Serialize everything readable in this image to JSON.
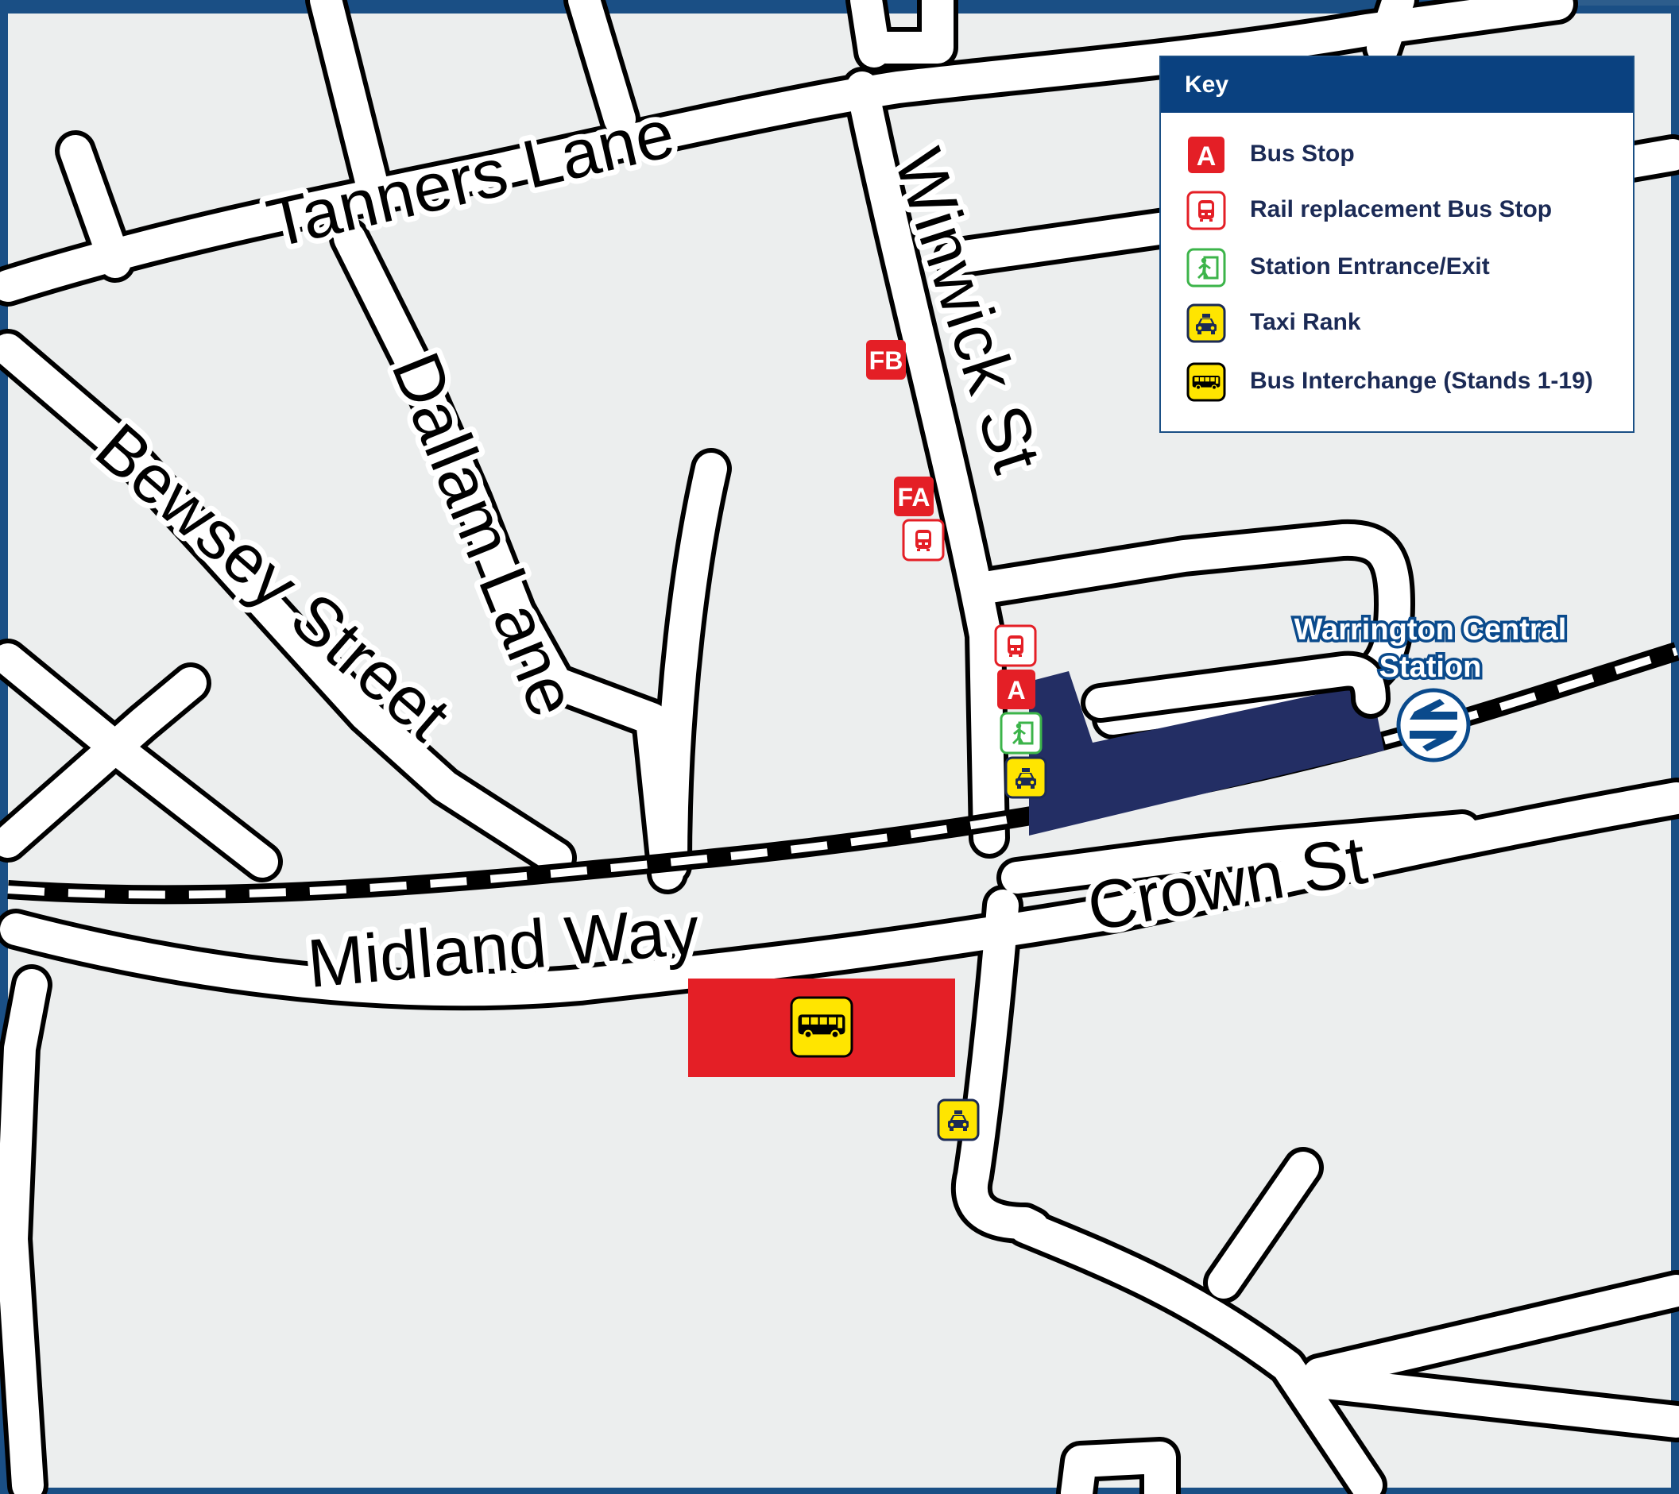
{
  "streets": {
    "tanners_lane": "Tanners Lane",
    "winwick_st": "Winwick St",
    "dallam_lane": "Dallam Lane",
    "bewsey_street": "Bewsey Street",
    "crown_st": "Crown St",
    "midland_way": "Midland Way"
  },
  "stops": {
    "fb": "FB",
    "fa": "FA",
    "a": "A"
  },
  "station": {
    "name_line1": "Warrington Central",
    "name_line2": "Station"
  },
  "legend": {
    "title": "Key",
    "items": [
      {
        "label": "Bus Stop",
        "icon": "bus-stop-icon",
        "letter": "A"
      },
      {
        "label": "Rail replacement Bus Stop",
        "icon": "rail-replacement-bus-icon"
      },
      {
        "label": "Station Entrance/Exit",
        "icon": "station-exit-icon"
      },
      {
        "label": "Taxi Rank",
        "icon": "taxi-icon"
      },
      {
        "label": "Bus Interchange (Stands 1-19)",
        "icon": "bus-interchange-icon"
      }
    ]
  },
  "colors": {
    "background": "#eceeee",
    "road": "#ffffff",
    "road_outline": "#000000",
    "frame": "#1a4f85",
    "bus_stop_red": "#e41f26",
    "station_blue": "#232e64",
    "exit_green": "#3cb44a",
    "taxi_yellow": "#ffe500",
    "key_header": "#0a4180"
  }
}
